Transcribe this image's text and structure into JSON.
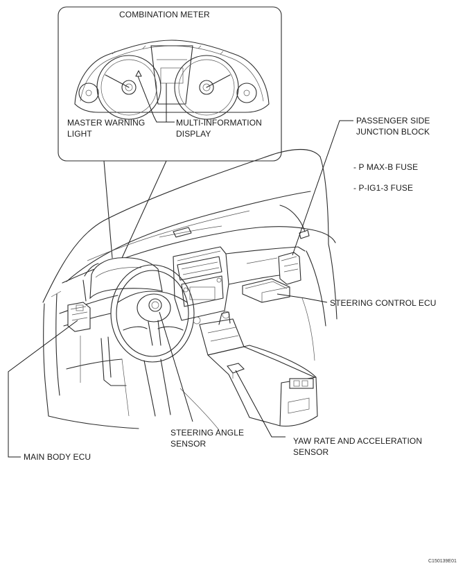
{
  "labels": {
    "combination_meter": "COMBINATION METER",
    "master_warning_1": "MASTER WARNING",
    "master_warning_2": "LIGHT",
    "multi_info_1": "MULTI-INFORMATION",
    "multi_info_2": "DISPLAY",
    "passenger_jb_1": "PASSENGER SIDE",
    "passenger_jb_2": "JUNCTION BLOCK",
    "fuse_1": "- P MAX-B FUSE",
    "fuse_2": "- P-IG1-3 FUSE",
    "steering_control_ecu": "STEERING CONTROL ECU",
    "steering_angle_1": "STEERING ANGLE",
    "steering_angle_2": "SENSOR",
    "yaw_rate_1": "YAW RATE AND ACCELERATION",
    "yaw_rate_2": "SENSOR",
    "main_body_ecu": "MAIN BODY ECU",
    "figure_id": "C150139E01"
  }
}
